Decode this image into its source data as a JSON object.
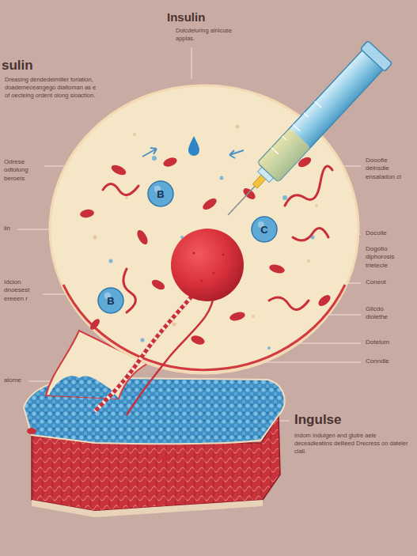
{
  "diagram": {
    "title": "Insulin",
    "nodes": [
      {
        "text": [
          "B"
        ]
      },
      {
        "text": [
          "C"
        ]
      },
      {
        "text": [
          "B"
        ]
      }
    ],
    "labels": [
      "sulin",
      "Dolcdeluring alnicuse applas.",
      "Dreasing dendedeimllier foriation, doademeceangego diaitoman as e of oecteing ordent olong sioaction.",
      "Odrese odtolung beroeis",
      "lin",
      "Idcion dnoesest ereeen r",
      "alome",
      "Dooofie delnsdie ensaladon cl",
      "Docolle",
      "Dogotio diphorosis trietecle",
      "Coneot",
      "Glicdo diolethe",
      "Dotelum",
      "Conndle",
      "Ingulse",
      "Indom Indulgen and glutre aele deceadleatiins dellleed Drecress on dateler clall."
    ]
  }
}
